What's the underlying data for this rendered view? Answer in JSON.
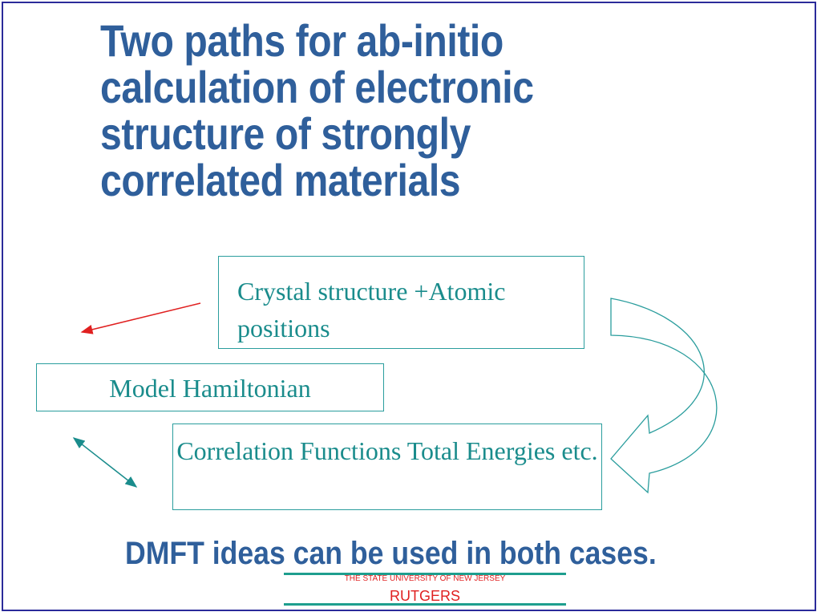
{
  "title": "Two paths for ab-initio\ncalculation of electronic\nstructure of strongly\ncorrelated materials",
  "diagram": {
    "crystal_box": "Crystal structure +Atomic positions",
    "model_box": "Model Hamiltonian",
    "correlation_box": "Correlation Functions Total Energies etc."
  },
  "conclusion": "DMFT ideas can be used in both cases.",
  "logo": {
    "subtitle": "THE STATE UNIVERSITY OF NEW JERSEY",
    "name": "RUTGERS"
  },
  "colors": {
    "title": "#2f5f9b",
    "box_text": "#1a8c8c",
    "box_border": "#2a9d9d",
    "left_arrow_red": "#e02020",
    "left_arrow_teal": "#1a8c8c",
    "logo_red": "#e02020"
  }
}
